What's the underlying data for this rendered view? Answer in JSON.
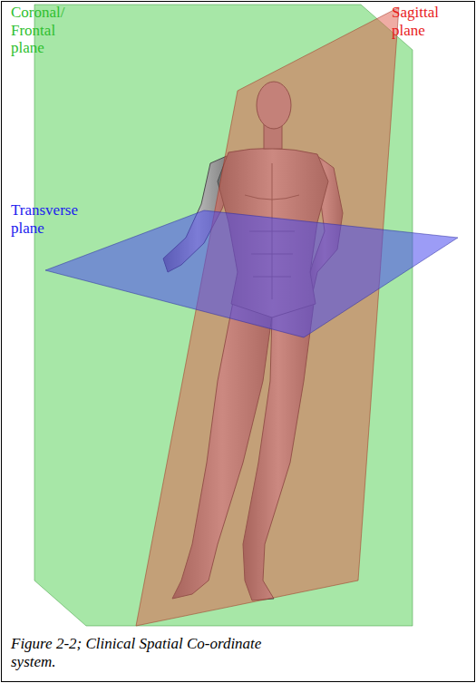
{
  "diagram": {
    "caption": "Figure 2-2; Clinical Spatial Co-ordinate system.",
    "labels": [
      "Coronal/ Frontal plane",
      "Sagittal plane",
      "Transverse plane"
    ]
  }
}
